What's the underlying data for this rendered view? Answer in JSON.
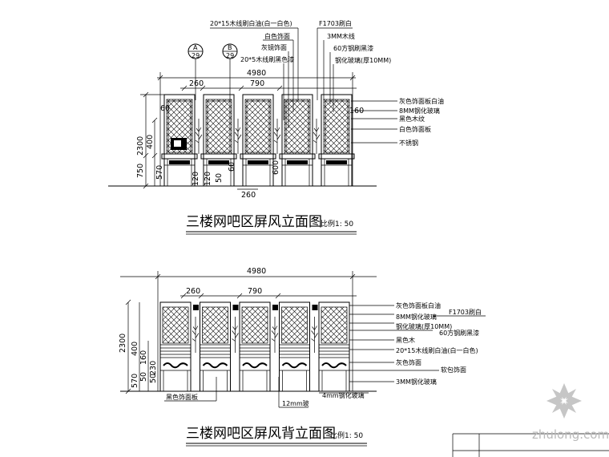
{
  "drawing_titles": {
    "front": "三楼网吧区屏风立面图",
    "back": "三楼网吧区屏风背立面图",
    "scale": "比例1: 50"
  },
  "front": {
    "callouts_top": [
      "20*15木线刷白油(白一白色)",
      "F1703刷白",
      "白色饰面",
      "3MM木线",
      "灰镜饰面",
      "60方钢刷黑漆",
      "20*5木线刷黑色漆",
      "钢化玻璃(厚10MM)"
    ],
    "callouts_right": [
      "灰色饰面板白油",
      "8MM钢化玻璃",
      "黑色木纹",
      "白色饰面板",
      "不锈钢"
    ],
    "section_markers": [
      {
        "letter": "A",
        "sheet": "29"
      },
      {
        "letter": "B",
        "sheet": "29"
      }
    ],
    "dims": {
      "overall": "4980",
      "module": "790",
      "gap": "260",
      "top_rail": "60",
      "right_rail": "160",
      "height": "2300",
      "glass": "400",
      "desk": "750",
      "base": "570",
      "base_a": "120",
      "base_b": "60",
      "leg": "600",
      "foot": "260",
      "base_c": "50",
      "base_d": "120"
    }
  },
  "back": {
    "callouts_right": [
      "灰色饰面板白油",
      "F1703刷白",
      "8MM钢化玻璃",
      "钢化玻璃(厚10MM)",
      "60方钢刷黑漆",
      "黑色木",
      "20*15木线刷白油(白一白色)",
      "灰色饰面",
      "软包饰面",
      "3MM钢化玻璃"
    ],
    "callouts_bottom": [
      "黑色饰面板",
      "12mm玻",
      "4mm钢化玻璃"
    ],
    "dims": {
      "overall": "4980",
      "gap": "260",
      "module": "790",
      "height": "2300",
      "glass": "400",
      "rail": "160",
      "slat": "230",
      "base": "570",
      "foot": "50",
      "foot_b": "50"
    }
  },
  "watermark": "zhulong.com",
  "panel_count": 5
}
